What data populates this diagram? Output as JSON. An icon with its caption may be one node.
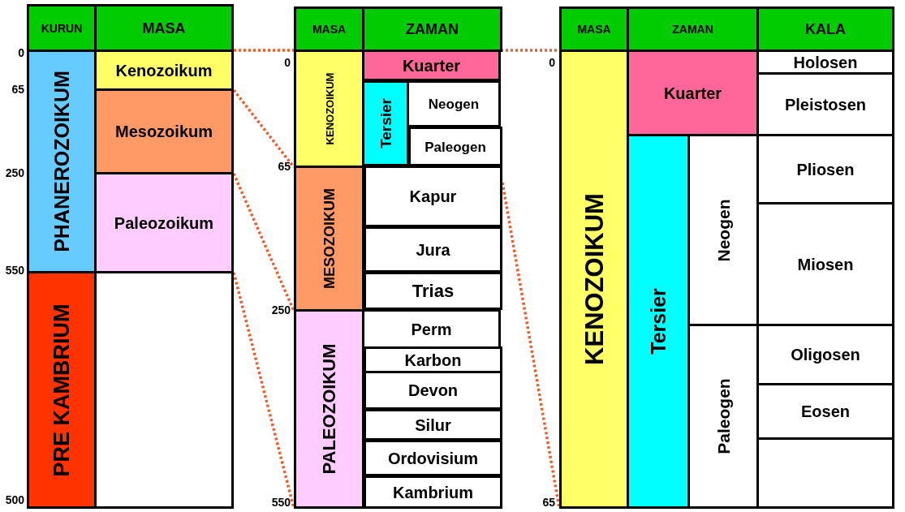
{
  "diagram": {
    "nodes": [
      {
        "text": [
          "KURUN"
        ]
      },
      {
        "text": [
          "MASA"
        ]
      },
      {
        "text": [
          "PHANEROZOIKUM"
        ]
      },
      {
        "text": [
          "Kenozoikum"
        ]
      },
      {
        "text": [
          "Mesozoikum"
        ]
      },
      {
        "text": [
          "Paleozoikum"
        ]
      },
      {
        "text": [
          "PRE KAMBRIUM"
        ]
      },
      {
        "text": [],
        "shape": "box"
      },
      {
        "text": [
          "MASA"
        ]
      },
      {
        "text": [
          "ZAMAN"
        ]
      },
      {
        "text": [
          "KENOZOIKUM"
        ]
      },
      {
        "text": [
          "Kuarter"
        ]
      },
      {
        "text": [
          "Tersier"
        ]
      },
      {
        "text": [
          "Neogen"
        ]
      },
      {
        "text": [
          "Paleogen"
        ]
      },
      {
        "text": [
          "MESOZOIKUM"
        ]
      },
      {
        "text": [
          "Kapur"
        ]
      },
      {
        "text": [
          "Jura"
        ]
      },
      {
        "text": [
          "Trias"
        ]
      },
      {
        "text": [
          "PALEOZOIKUM"
        ]
      },
      {
        "text": [
          "Perm"
        ]
      },
      {
        "text": [
          "Karbon"
        ]
      },
      {
        "text": [
          "Devon"
        ]
      },
      {
        "text": [
          "Silur"
        ]
      },
      {
        "text": [
          "Ordovisium"
        ]
      },
      {
        "text": [
          "Kambrium"
        ]
      },
      {
        "text": [
          "MASA"
        ]
      },
      {
        "text": [
          "ZAMAN"
        ]
      },
      {
        "text": [
          "KALA"
        ]
      },
      {
        "text": [
          "KENOZOIKUM"
        ]
      },
      {
        "text": [
          "Kuarter"
        ]
      },
      {
        "text": [
          "Holosen"
        ]
      },
      {
        "text": [
          "Pleistosen"
        ]
      },
      {
        "text": [
          "Tersier"
        ]
      },
      {
        "text": [
          "Neogen"
        ]
      },
      {
        "text": [
          "Pliosen"
        ]
      },
      {
        "text": [
          "Miosen"
        ]
      },
      {
        "text": [
          "Paleogen"
        ]
      },
      {
        "text": [
          "Oligosen"
        ]
      },
      {
        "text": [
          "Eosen"
        ]
      },
      {
        "text": [],
        "shape": "box"
      }
    ],
    "edges": [
      {
        "from": 3,
        "to": 10,
        "arrow": "none",
        "style": "dashed"
      },
      {
        "from": 3,
        "to": 10,
        "arrow": "none",
        "style": "dashed"
      },
      {
        "from": 4,
        "to": 15,
        "arrow": "none",
        "style": "dashed"
      },
      {
        "from": 5,
        "to": 19,
        "arrow": "none",
        "style": "dashed"
      },
      {
        "from": 11,
        "to": 29,
        "arrow": "none",
        "style": "dashed"
      },
      {
        "from": 16,
        "to": 29,
        "arrow": "none",
        "style": "dashed"
      }
    ],
    "labels": [
      "0",
      "65",
      "250",
      "550",
      "500",
      "0",
      "65",
      "250",
      "550",
      "0",
      "65"
    ]
  }
}
